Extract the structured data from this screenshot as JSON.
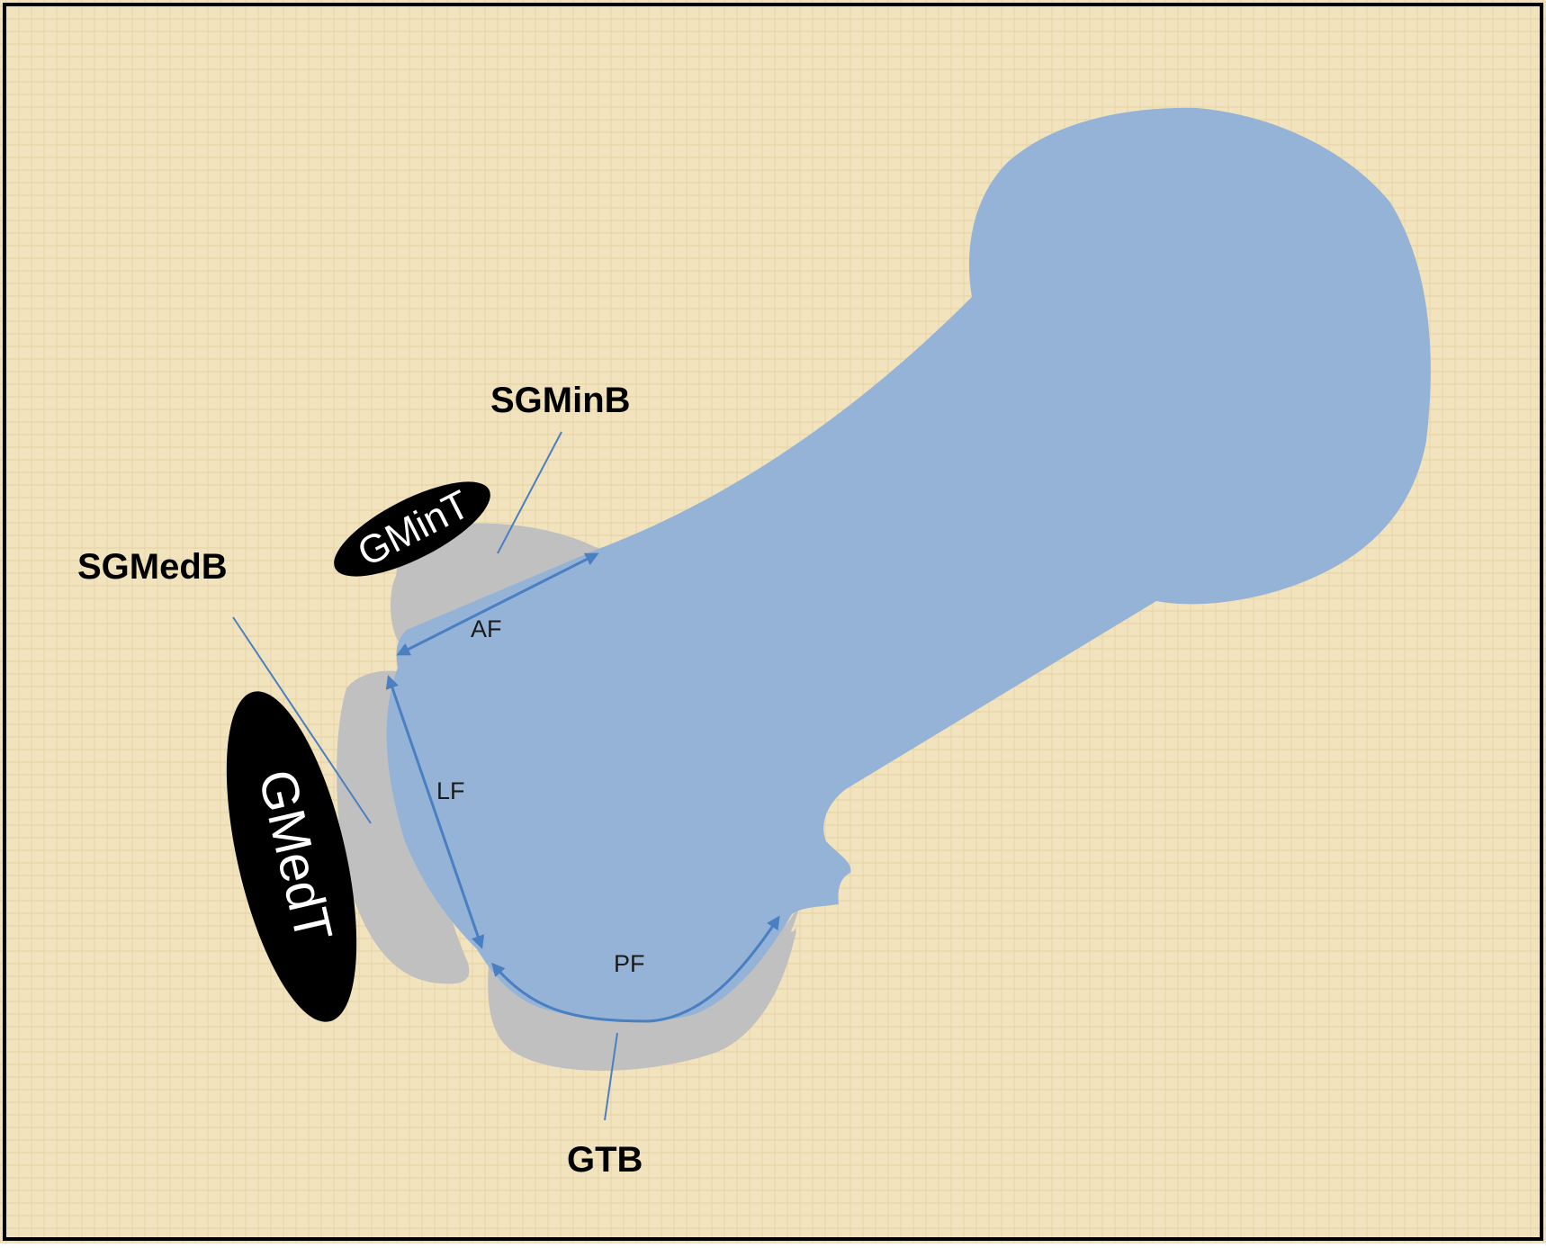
{
  "colors": {
    "background": "#f1e3bd",
    "border": "#000000",
    "bone": "#95b3d7",
    "bursa": "#c0c0c0",
    "tendon": "#000000",
    "arrow": "#4a7fc1",
    "leader": "#4a7fc1"
  },
  "labels": {
    "sgminb": "SGMinB",
    "sgmedb": "SGMedB",
    "gtb": "GTB",
    "gmint": "GMinT",
    "gmedt": "GMedT",
    "af": "AF",
    "lf": "LF",
    "pf": "PF"
  }
}
